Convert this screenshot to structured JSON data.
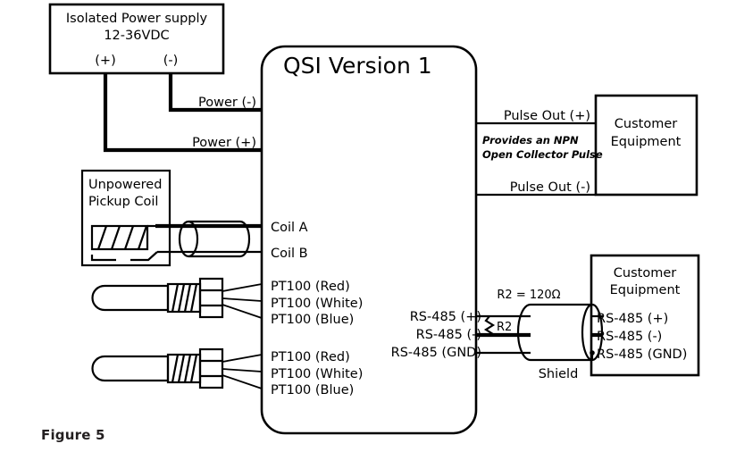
{
  "figure": {
    "caption": "Figure 5"
  },
  "main_unit": {
    "title": "QSI Version 1"
  },
  "power_supply": {
    "line1": "Isolated Power supply",
    "line2": "12-36VDC",
    "terminal_positive": "(+)",
    "terminal_negative": "(-)"
  },
  "power_wires": {
    "negative_label": "Power (-)",
    "positive_label": "Power (+)"
  },
  "pulse_output": {
    "positive_label": "Pulse Out (+)",
    "negative_label": "Pulse Out (-)",
    "note_line1": "Provides an NPN",
    "note_line2": "Open Collector Pulse"
  },
  "customer_equipment_top": {
    "line1": "Customer",
    "line2": "Equipment"
  },
  "customer_equipment_bottom": {
    "line1": "Customer",
    "line2": "Equipment",
    "terminals": [
      "RS-485 (+)",
      "RS-485 (-)",
      "RS-485 (GND)"
    ]
  },
  "pickup_coil": {
    "line1": "Unpowered",
    "line2": "Pickup Coil",
    "terminals": [
      "Coil A",
      "Coil B"
    ]
  },
  "pt100_sensor_1": {
    "terminals": [
      "PT100 (Red)",
      "PT100 (White)",
      "PT100 (Blue)"
    ]
  },
  "pt100_sensor_2": {
    "terminals": [
      "PT100 (Red)",
      "PT100 (White)",
      "PT100 (Blue)"
    ]
  },
  "rs485": {
    "unit_terminals": [
      "RS-485 (+)",
      "RS-485 (-)",
      "RS-485 (GND)"
    ],
    "resistor_value": "R2 = 120Ω",
    "resistor_ref": "R2",
    "shield_label": "Shield"
  },
  "colors": {
    "line": "#000000",
    "background": "#ffffff",
    "caption": "#231f20"
  }
}
